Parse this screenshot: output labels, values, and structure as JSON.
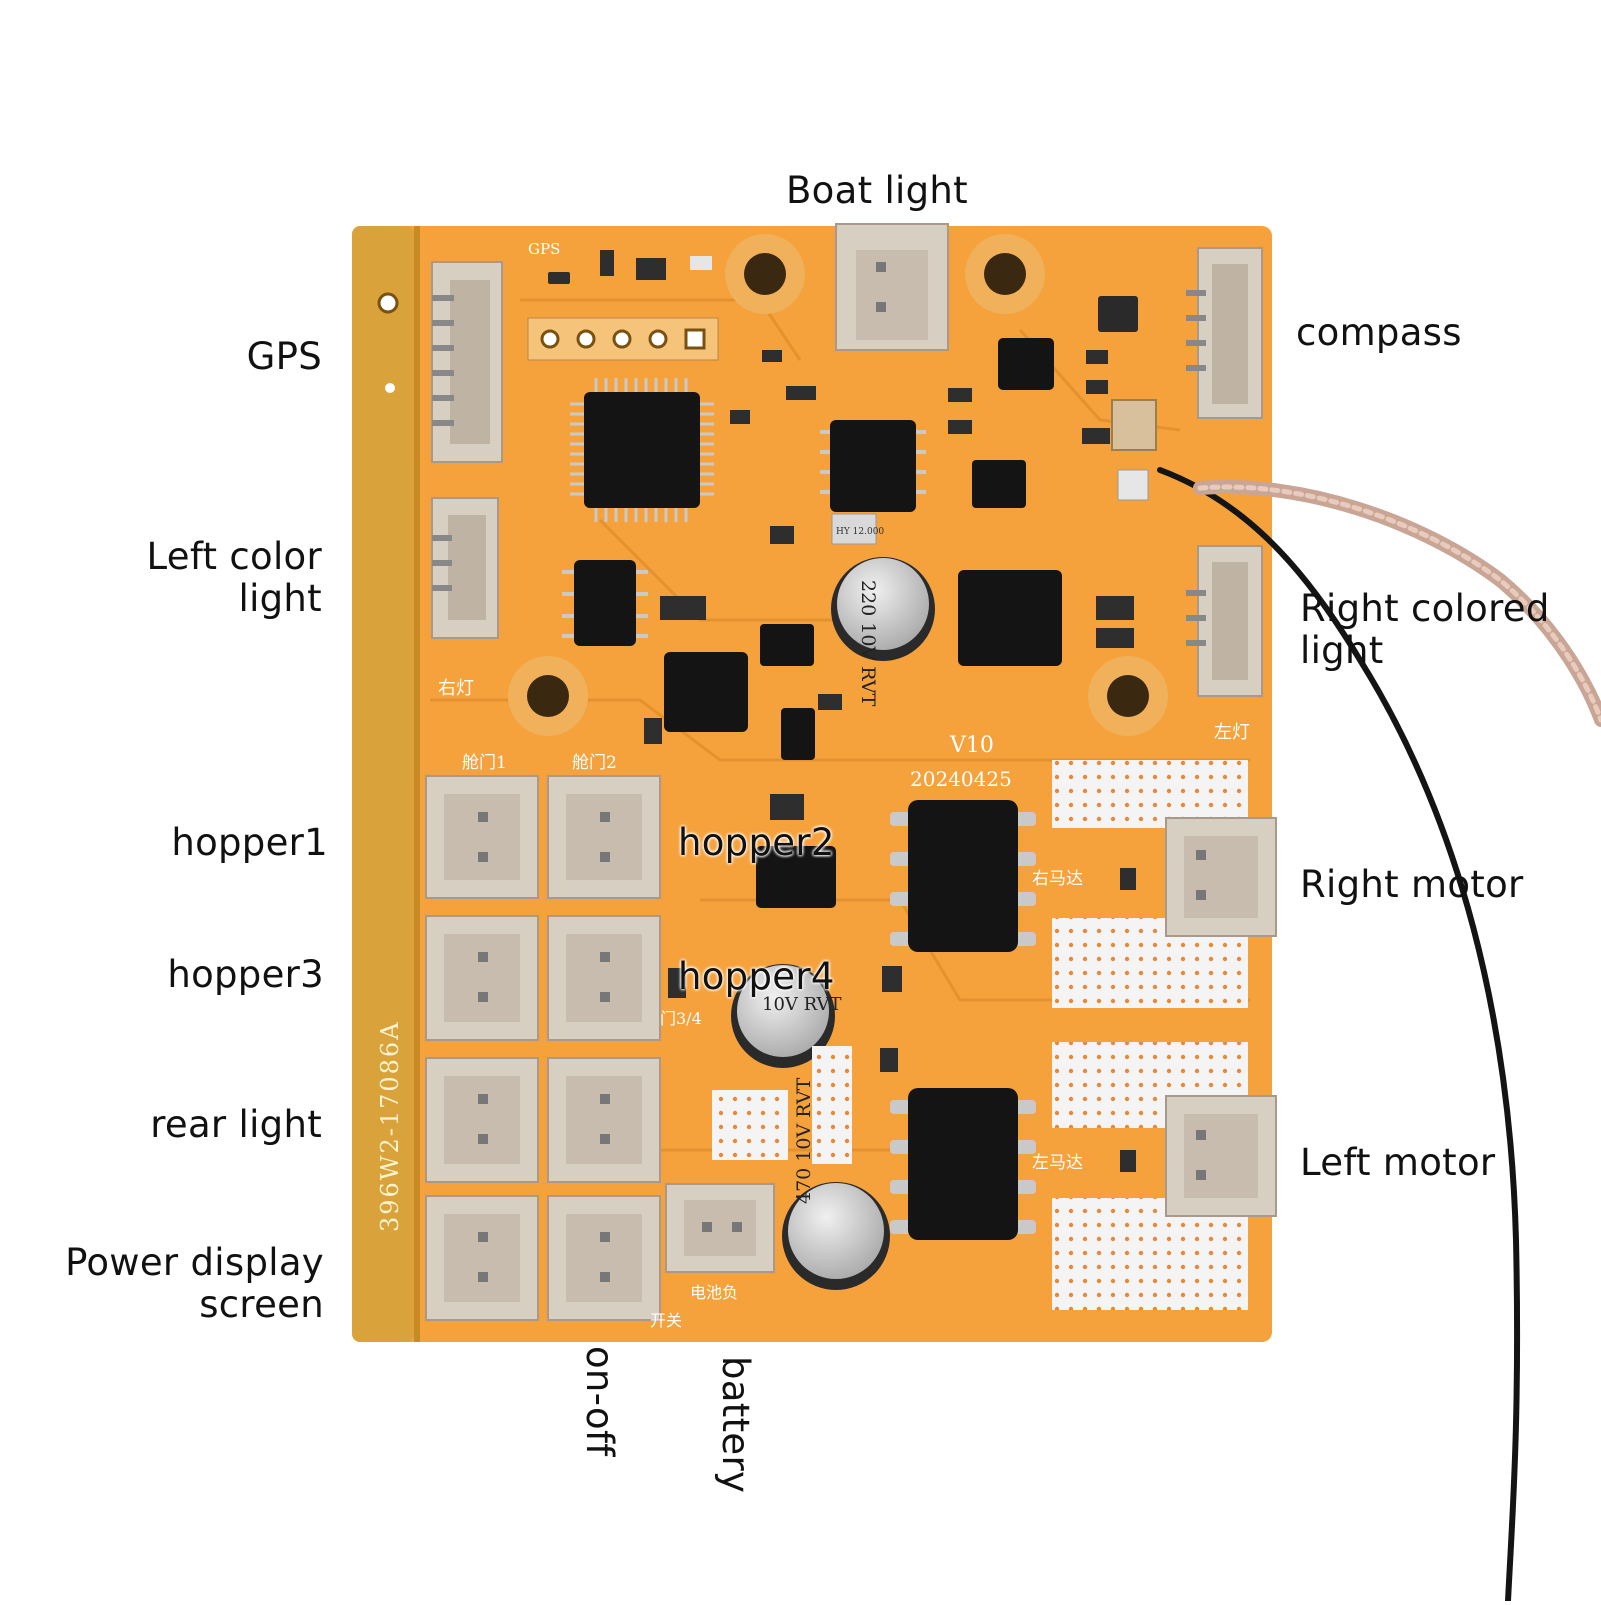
{
  "labels": {
    "boat_light": "Boat light",
    "gps": "GPS",
    "compass": "compass",
    "left_color_light_line1": "Left color",
    "left_color_light_line2": "light",
    "right_colored_light_line1": "Right colored",
    "right_colored_light_line2": "light",
    "hopper1": "hopper1",
    "hopper2": "hopper2",
    "hopper3": "hopper3",
    "hopper4": "hopper4",
    "right_motor": "Right motor",
    "left_motor": "Left motor",
    "rear_light": "rear light",
    "power_display_line1": "Power display",
    "power_display_line2": "screen",
    "on_off": "on-off",
    "battery": "battery"
  },
  "board_markings": {
    "serial": "396W2-17086A",
    "version": "V10",
    "date": "20240425",
    "pcb_gps": "GPS",
    "pcb_right_light": "右灯",
    "pcb_left_light": "左灯",
    "pcb_hatch1": "舱门1",
    "pcb_hatch2": "舱门2",
    "pcb_hatch34": "门3/4",
    "pcb_right_motor": "右马达",
    "pcb_left_motor": "左马达",
    "pcb_switch": "开关",
    "pcb_battery": "电池负",
    "crystal": "HY 12.000",
    "cap_large_1": "220 10V RVT",
    "cap_mid": "10V RVT",
    "cap_large_2": "470 10V RVT"
  },
  "colors": {
    "background": "#ffffff",
    "pcb_orange": "#f5a23c",
    "pcb_edge": "#e89a2e",
    "gold_edge": "#d9a23a",
    "connector": "#d8cfc3",
    "chip": "#141414",
    "pad_silver": "#e9e9e9",
    "label_text": "#111111"
  },
  "icons": {
    "antenna": "antenna-icon",
    "capacitor": "capacitor-icon",
    "microcontroller": "chip-icon"
  }
}
